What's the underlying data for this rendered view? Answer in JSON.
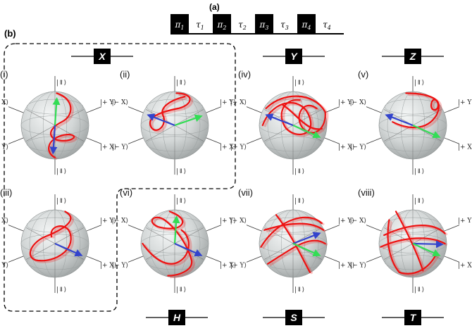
{
  "part_a_label": "(a)",
  "part_b_label": "(b)",
  "pulse_sequence": [
    {
      "pulse": "π",
      "pulse_sub": "1",
      "wait": "τ",
      "wait_sub": "1"
    },
    {
      "pulse": "π",
      "pulse_sub": "2",
      "wait": "τ",
      "wait_sub": "2"
    },
    {
      "pulse": "π",
      "pulse_sub": "3",
      "wait": "τ",
      "wait_sub": "3"
    },
    {
      "pulse": "π",
      "pulse_sub": "4",
      "wait": "τ",
      "wait_sub": "4"
    }
  ],
  "ket_labels": {
    "up": "|⇑⟩",
    "down": "|⇓⟩",
    "minus_x": "|− X⟩",
    "plus_y": "|+ Y⟩",
    "minus_y": "|− Y⟩",
    "plus_x": "|+ X⟩"
  },
  "gates": [
    {
      "name": "X",
      "spheres": [
        "(i)",
        "(ii)",
        "(iii)"
      ]
    },
    {
      "name": "Y",
      "spheres": [
        "(iv)"
      ]
    },
    {
      "name": "Z",
      "spheres": [
        "(v)"
      ]
    },
    {
      "name": "H",
      "spheres": [
        "(vi)"
      ]
    },
    {
      "name": "S",
      "spheres": [
        "(vii)"
      ]
    },
    {
      "name": "T",
      "spheres": [
        "(viii)"
      ]
    }
  ],
  "spheres": [
    {
      "tag": "(i)",
      "arrows": [
        "green-up",
        "blue-down"
      ]
    },
    {
      "tag": "(ii)",
      "arrows": [
        "green-plusy",
        "blue-minusx"
      ]
    },
    {
      "tag": "(iii)",
      "arrows": [
        "blue-plusx"
      ]
    },
    {
      "tag": "(iv)",
      "arrows": [
        "blue-minusx",
        "green-plusx"
      ]
    },
    {
      "tag": "(v)",
      "arrows": [
        "blue-minusx",
        "green-plusx"
      ]
    },
    {
      "tag": "(vi)",
      "arrows": [
        "green-up",
        "blue-plusx"
      ]
    },
    {
      "tag": "(vii)",
      "arrows": [
        "blue-plusy",
        "green-plusx"
      ]
    },
    {
      "tag": "(viii)",
      "arrows": [
        "blue-right",
        "green-plusx"
      ]
    }
  ],
  "colors": {
    "trajectory": "#ee1111",
    "arrow_green": "#33dd55",
    "arrow_blue": "#3344cc",
    "gate_box": "#000000",
    "sphere": "#cfd3d3"
  }
}
